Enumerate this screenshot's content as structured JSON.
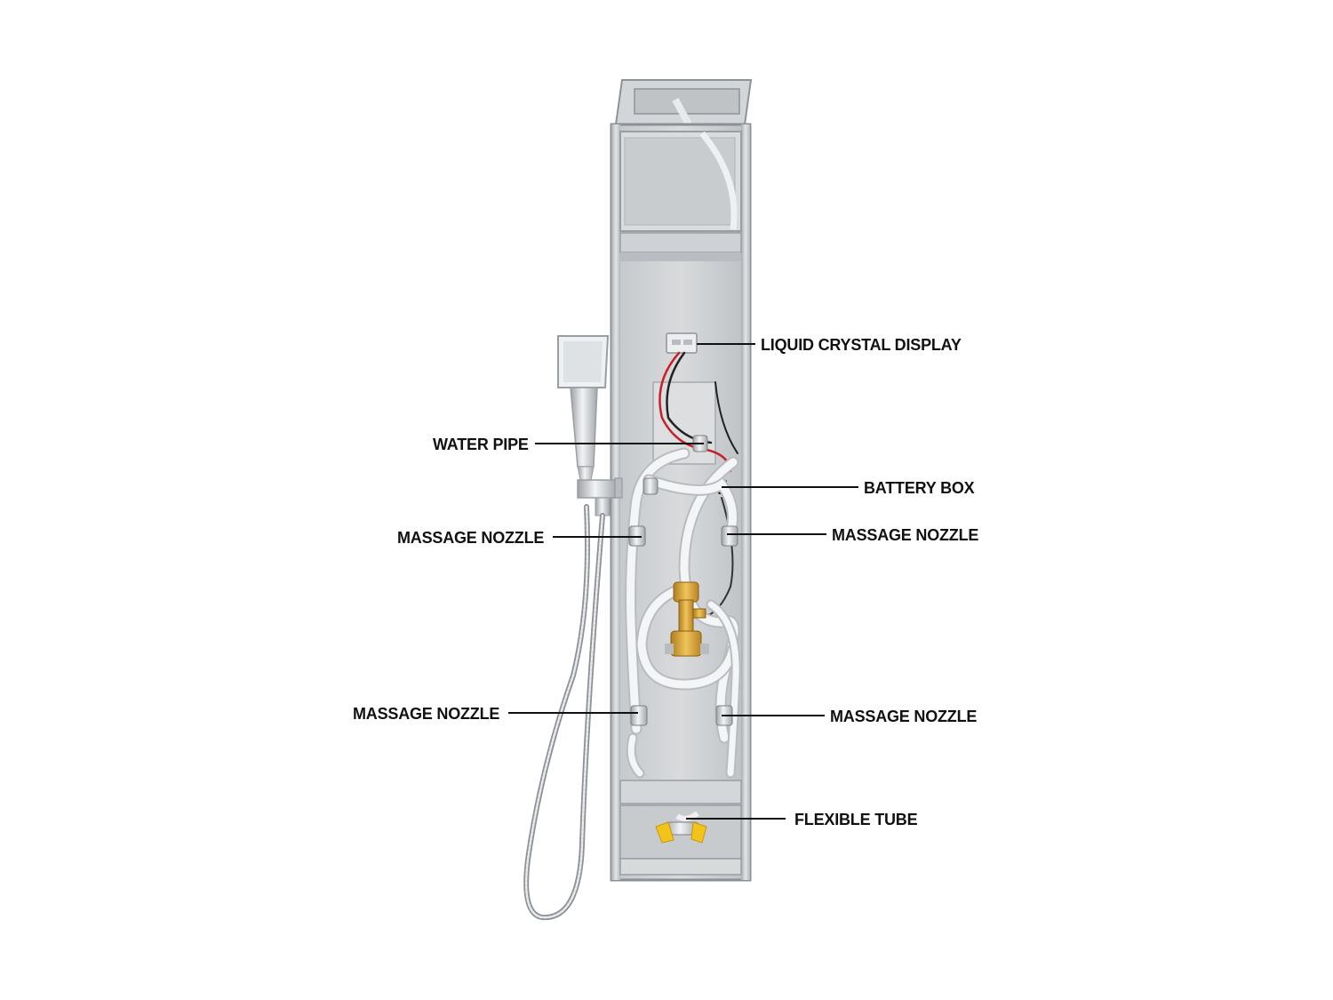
{
  "diagram": {
    "labels": {
      "lcd": "LIQUID CRYSTAL DISPLAY",
      "water_pipe": "WATER PIPE",
      "battery_box": "BATTERY BOX",
      "massage_nozzle_upper_left": "MASSAGE NOZZLE",
      "massage_nozzle_upper_right": "MASSAGE NOZZLE",
      "massage_nozzle_lower_left": "MASSAGE NOZZLE",
      "massage_nozzle_lower_right": "MASSAGE NOZZLE",
      "flexible_tube": "FLEXIBLE TUBE"
    }
  },
  "colors": {
    "label_text": "#111111",
    "panel_steel": "#c9cccf",
    "hose_white": "#f4f5f6",
    "brass_valve": "#d9a53a",
    "yellow_handles": "#f2c318",
    "wire_red": "#c8202a"
  }
}
